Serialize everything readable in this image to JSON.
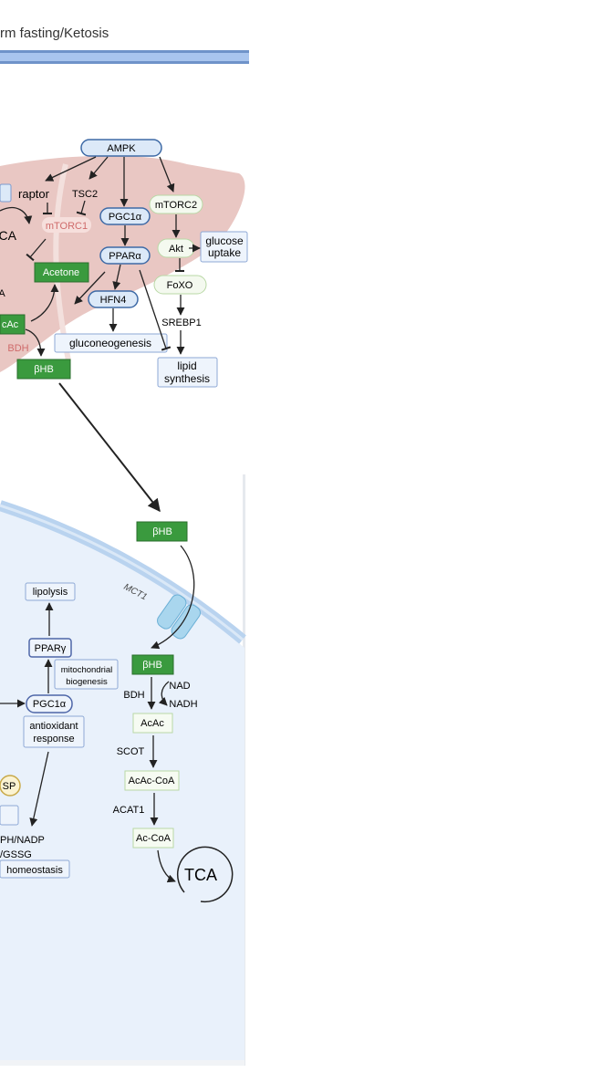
{
  "header": {
    "title": "rm fasting/Ketosis"
  },
  "liver": {
    "ampk": "AMPK",
    "raptor": "raptor",
    "tsc2": "TSC2",
    "mtorc1": "mTORC1",
    "tca": "TCA",
    "pgc1a": "PGC1α",
    "ppara": "PPARα",
    "mtorc2": "mTORC2",
    "akt": "Akt",
    "glucose_uptake": [
      "glucose",
      "uptake"
    ],
    "foxo": "FoXO",
    "srebp1": "SREBP1",
    "lipid_synthesis": [
      "lipid",
      "synthesis"
    ],
    "hfn4": "HFN4",
    "gluconeogenesis": "gluconeogenesis",
    "acetone": "Acetone",
    "acac": "cAc",
    "bdh": "BDH",
    "bhb": "βHB",
    "partial_a": "A"
  },
  "blood": {
    "bhb": "βHB"
  },
  "cell": {
    "mct1": "MCT1",
    "bhb": "βHB",
    "bdh": "BDH",
    "nad": "NAD",
    "nadh": "NADH",
    "acac": "AcAc",
    "scot": "SCOT",
    "acac_coa": "AcAc-CoA",
    "acat1": "ACAT1",
    "ac_coa": "Ac-CoA",
    "tca": "TCA",
    "lipolysis": "lipolysis",
    "ppary": "PPARγ",
    "mito_biogenesis": [
      "mitochondrial",
      "biogenesis"
    ],
    "pgc1a": "PGC1α",
    "antioxidant": [
      "antioxidant",
      "response"
    ],
    "yellow_node": "SP",
    "nadph": "PH/NADP",
    "gssg": "/GSSG",
    "homeostasis": "homeostasis"
  },
  "colors": {
    "liver": "#e9c7c3",
    "green": "#3a9a3e",
    "blue_node": "#dce9f8",
    "cell": "#e9f1fb",
    "membrane": "#b9d3ef"
  }
}
